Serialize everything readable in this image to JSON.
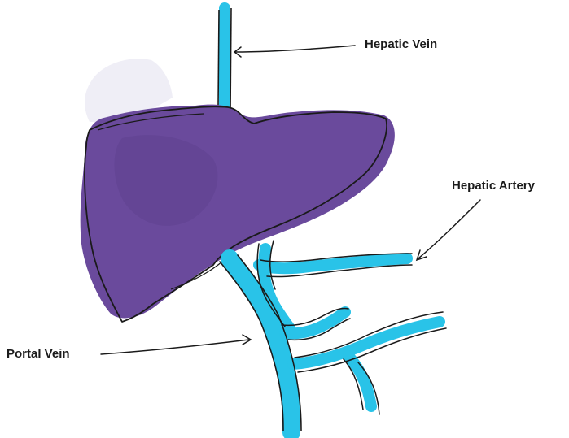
{
  "labels": {
    "hepatic_vein": "Hepatic Vein",
    "hepatic_artery": "Hepatic Artery",
    "portal_vein": "Portal Vein"
  },
  "colors": {
    "liver_fill": "#6a4a9c",
    "liver_shadow": "#5f4190",
    "vessel": "#29c3e8",
    "outline": "#1a1a1a",
    "highlight": "#efeef6"
  }
}
